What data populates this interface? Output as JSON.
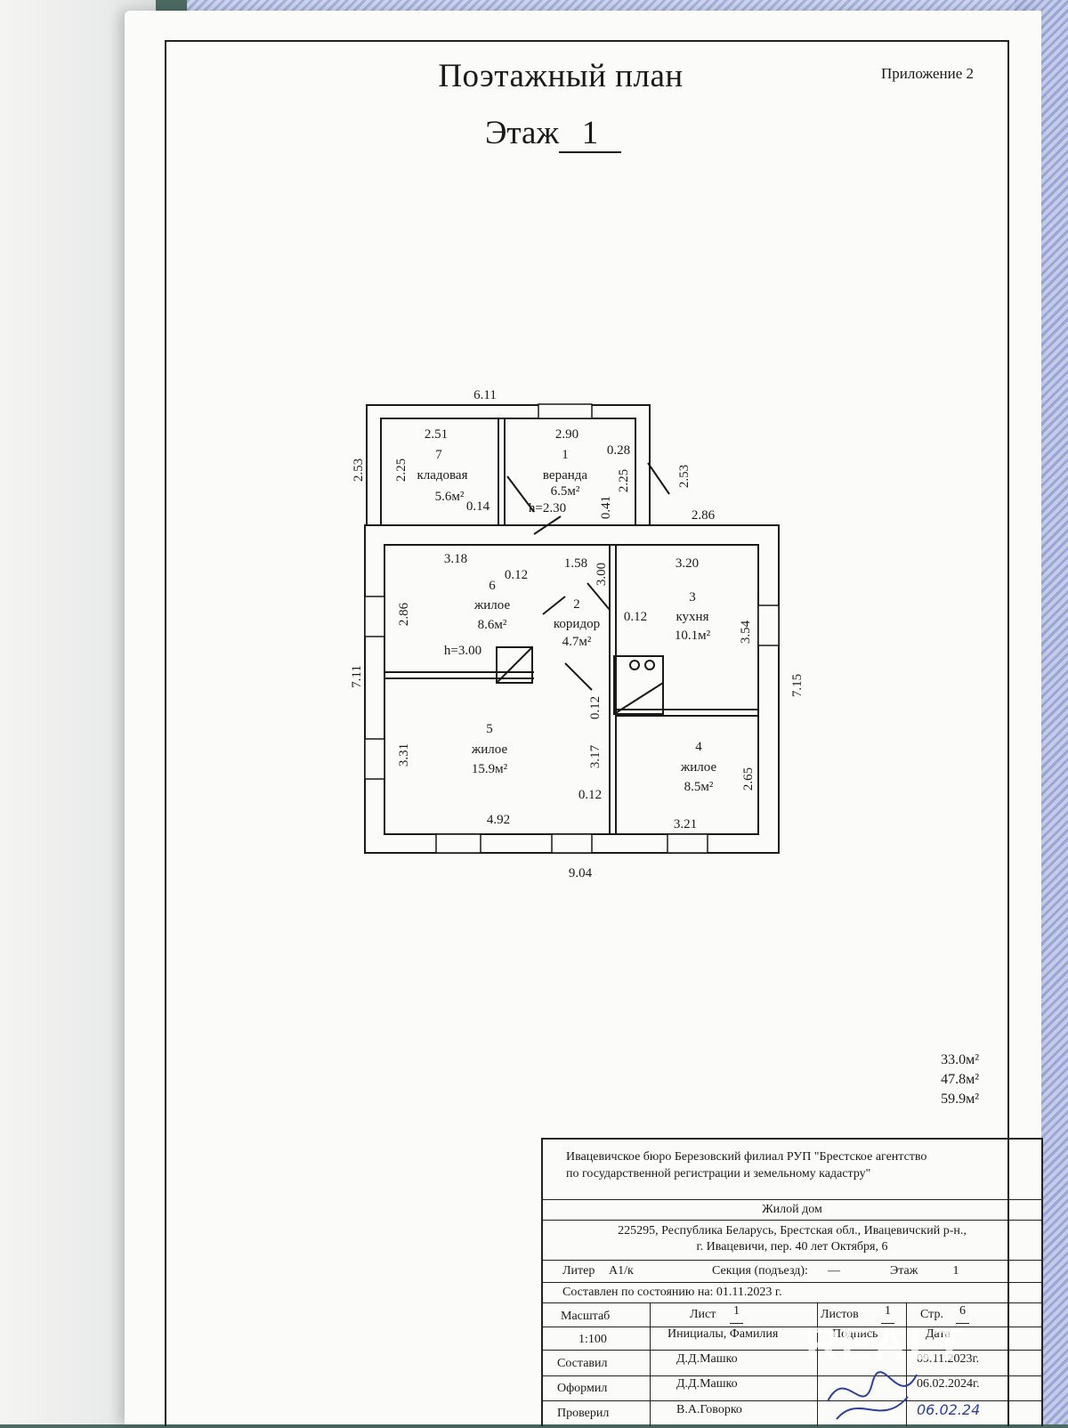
{
  "header": {
    "title": "Поэтажный план",
    "appendix": "Приложение 2",
    "floor_label": "Этаж",
    "floor_number": "1"
  },
  "plan": {
    "outer": {
      "top": "6.11",
      "bottom": "9.04",
      "left": "7.11",
      "right": "7.15",
      "left_top": "2.53",
      "right_top": "2.53",
      "step": "2.86"
    },
    "rooms": [
      {
        "num": "7",
        "name": "кладовая",
        "area": "5.6м²",
        "w": "2.51",
        "h": "2.25",
        "wall": "0.14"
      },
      {
        "num": "1",
        "name": "веранда",
        "area": "6.5м²",
        "w": "2.90",
        "h": "2.25",
        "note": "h=2.30",
        "wall": "0.28",
        "wall2": "0.41"
      },
      {
        "num": "6",
        "name": "жилое",
        "area": "8.6м²",
        "w": "3.18",
        "h": "2.86",
        "note": "h=3.00",
        "wall": "0.12"
      },
      {
        "num": "2",
        "name": "коридор",
        "area": "4.7м²",
        "w": "1.58",
        "h": "3.00",
        "wall": "0.12"
      },
      {
        "num": "3",
        "name": "кухня",
        "area": "10.1м²",
        "w": "3.20",
        "h": "3.54"
      },
      {
        "num": "5",
        "name": "жилое",
        "area": "15.9м²",
        "w": "4.92",
        "h": "3.31",
        "wall": "0.12"
      },
      {
        "num": "4",
        "name": "жилое",
        "area": "8.5м²",
        "w": "3.21",
        "h": "2.65",
        "h2": "3.17",
        "wall": "0.12"
      }
    ]
  },
  "totals": [
    "33.0м²",
    "47.8м²",
    "59.9м²"
  ],
  "stamp": {
    "org_line1": "Ивацевичское бюро Березовский филиал РУП \"Брестское агентство",
    "org_line2": "по государственной регистрации и земельному кадастру\"",
    "object": "Жилой дом",
    "addr_line1": "225295, Республика Беларусь, Брестская обл., Ивацевичский р-н.,",
    "addr_line2": "г. Ивацевичи, пер. 40 лет Октября, 6",
    "liter_label": "Литер",
    "liter_value": "А1/к",
    "section_label": "Секция  (подъезд):",
    "section_value": "—",
    "floor_label": "Этаж",
    "floor_value": "1",
    "date_line": "Составлен по состоянию на: 01.11.2023 г.",
    "scale_label": "Масштаб",
    "scale_value": "1:100",
    "sheet_label": "Лист",
    "sheet_value": "1",
    "sheets_label": "Листов",
    "sheets_value": "1",
    "page_label": "Стр.",
    "page_value": "6",
    "col_names": "Инициалы, Фамилия",
    "col_sign": "Подпись",
    "col_date": "Дата",
    "rows": [
      {
        "role": "Составил",
        "name": "Д.Д.Машко",
        "date": "09.11.2023г."
      },
      {
        "role": "Оформил",
        "name": "Д.Д.Машко",
        "date": "06.02.2024г."
      },
      {
        "role": "Проверил",
        "name": "В.А.Говорко",
        "date": "06.02.24"
      }
    ]
  },
  "watermark": "REALT"
}
